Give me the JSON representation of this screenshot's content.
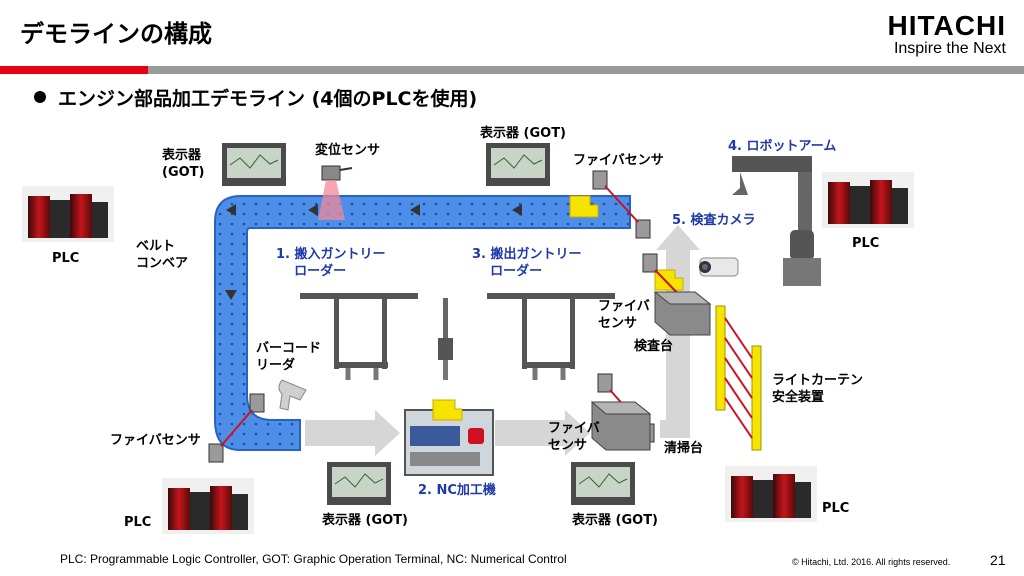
{
  "header": {
    "title": "デモラインの構成",
    "logo_main": "HITACHI",
    "logo_sub": "Inspire the Next"
  },
  "subtitle": "エンジン部品加工デモライン (4個のPLCを使用)",
  "labels": {
    "display_top_left": "表示器\n(GOT)",
    "displacement_sensor": "変位センサ",
    "display_top_center": "表示器 (GOT)",
    "fiber_sensor_top": "ファイバセンサ",
    "robot_arm": "4. ロボットアーム",
    "inspection_camera": "5. 検査カメラ",
    "plc_left": "PLC",
    "plc_right_top": "PLC",
    "plc_bottom_left": "PLC",
    "plc_bottom_right": "PLC",
    "belt_conveyor": "ベルト\nコンベア",
    "loading_gantry": "1. 搬入ガントリー\n    ローダー",
    "unloading_gantry": "3. 搬出ガントリー\n    ローダー",
    "fiber_sensor_mid": "ファイバ\nセンサ",
    "inspection_table": "検査台",
    "barcode_reader": "バーコード\nリーダ",
    "light_curtain": "ライトカーテン\n安全装置",
    "fiber_sensor_left": "ファイバセンサ",
    "fiber_sensor_bottom": "ファイバ\nセンサ",
    "cleaning_table": "清掃台",
    "nc_machine": "2. NC加工機",
    "display_bottom_center": "表示器 (GOT)",
    "display_bottom_right": "表示器 (GOT)"
  },
  "footer": {
    "note": "PLC: Programmable Logic Controller, GOT: Graphic Operation Terminal, NC: Numerical Control",
    "copyright": "© Hitachi, Ltd. 2016. All rights reserved.",
    "page_number": "21"
  },
  "colors": {
    "conveyor": "#3b7de0",
    "accent_red": "#e60012",
    "label_blue": "#1f3aa8",
    "workpiece_yellow": "#f5e400"
  }
}
